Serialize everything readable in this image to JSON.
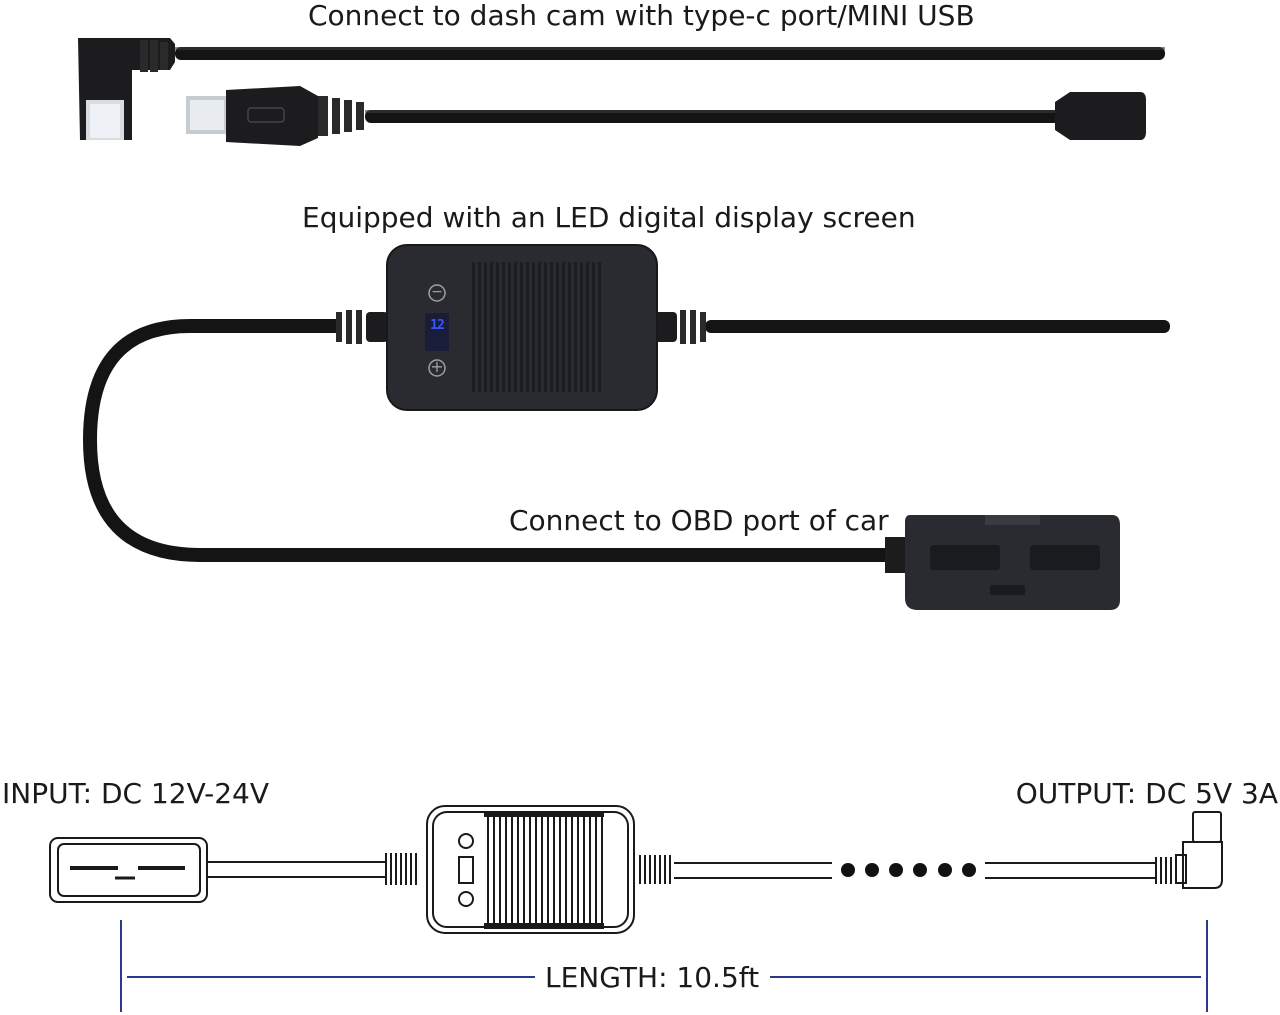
{
  "labels": {
    "top_cable": "Connect to dash cam with type-c port/MINI USB",
    "led_display": "Equipped with an LED digital display screen",
    "obd_port": "Connect to OBD port of car",
    "input_spec": "INPUT: DC 12V-24V",
    "output_spec": "OUTPUT: DC 5V 3A",
    "length": "LENGTH: 10.5ft"
  },
  "led_readout": "12",
  "box_symbols": {
    "minus": "−",
    "plus": "+"
  },
  "colors": {
    "cable": "#141414",
    "device_body": "#2a2b30",
    "device_ribs": "#1c1d21",
    "led_blue": "#2f46ff",
    "line_art": "#1a1a1a",
    "dimension_line": "#2b3a8a"
  },
  "icons": [
    "type-c-plug-icon",
    "mini-usb-plug-icon",
    "usb-female-end-icon",
    "converter-box-icon",
    "obd-plug-icon",
    "led-display-icon"
  ]
}
